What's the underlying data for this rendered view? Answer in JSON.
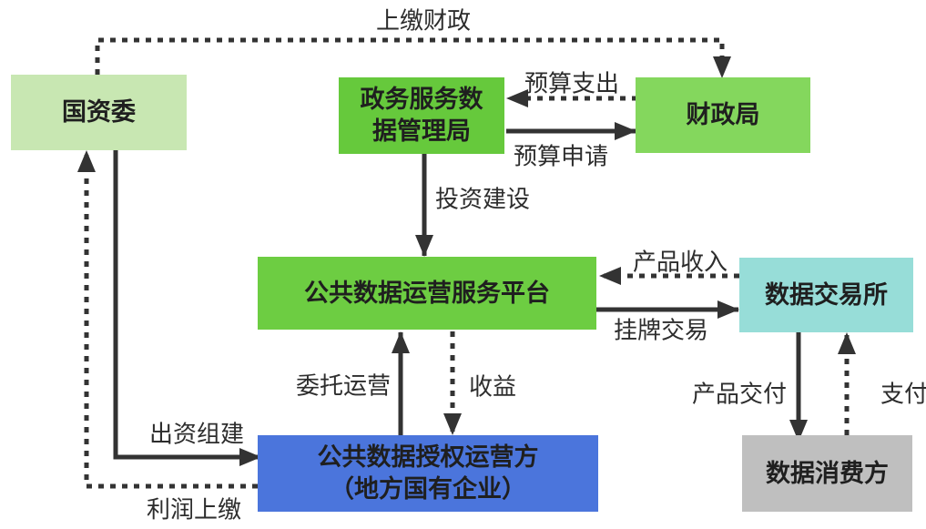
{
  "nodes": {
    "guoziwei": {
      "label": "国资委"
    },
    "shujuju": {
      "label": "政务服务数\n据管理局"
    },
    "caizhengju": {
      "label": "财政局"
    },
    "platform": {
      "label": "公共数据运营服务平台"
    },
    "exchange": {
      "label": "数据交易所"
    },
    "operator": {
      "label": "公共数据授权运营方\n（地方国有企业）"
    },
    "consumer": {
      "label": "数据消费方"
    }
  },
  "edges": {
    "shangjiao_caizheng": {
      "label": "上缴财政",
      "style": "dashed",
      "from": "guoziwei",
      "to": "caizhengju"
    },
    "yusuan_zhichu": {
      "label": "预算支出",
      "style": "dashed",
      "from": "caizhengju",
      "to": "shujuju"
    },
    "yusuan_shenqing": {
      "label": "预算申请",
      "style": "solid",
      "from": "shujuju",
      "to": "caizhengju"
    },
    "touzi_jianshe": {
      "label": "投资建设",
      "style": "solid",
      "from": "shujuju",
      "to": "platform"
    },
    "chanpin_shouru": {
      "label": "产品收入",
      "style": "dashed",
      "from": "exchange",
      "to": "platform"
    },
    "guapai_jiaoyi": {
      "label": "挂牌交易",
      "style": "solid",
      "from": "platform",
      "to": "exchange"
    },
    "weituo_yunying": {
      "label": "委托运营",
      "style": "solid",
      "from": "operator",
      "to": "platform"
    },
    "shouyi": {
      "label": "收益",
      "style": "dashed",
      "from": "platform",
      "to": "operator"
    },
    "chuzi_zujian": {
      "label": "出资组建",
      "style": "solid",
      "from": "guoziwei",
      "to": "operator"
    },
    "lirun_shangjiao": {
      "label": "利润上缴",
      "style": "dashed",
      "from": "operator",
      "to": "guoziwei"
    },
    "chanpin_jiaofu": {
      "label": "产品交付",
      "style": "solid",
      "from": "exchange",
      "to": "consumer"
    },
    "zhifu": {
      "label": "支付",
      "style": "dashed",
      "from": "consumer",
      "to": "exchange"
    }
  },
  "colors": {
    "light_green": "#c8e7b2",
    "green": "#66c93c",
    "platform_green": "#6dcd42",
    "mid_green": "#84d75d",
    "teal": "#97ddd8",
    "blue": "#4b75dc",
    "gray": "#bfbfbf",
    "line": "#333333",
    "text": "#1f1f1f"
  }
}
